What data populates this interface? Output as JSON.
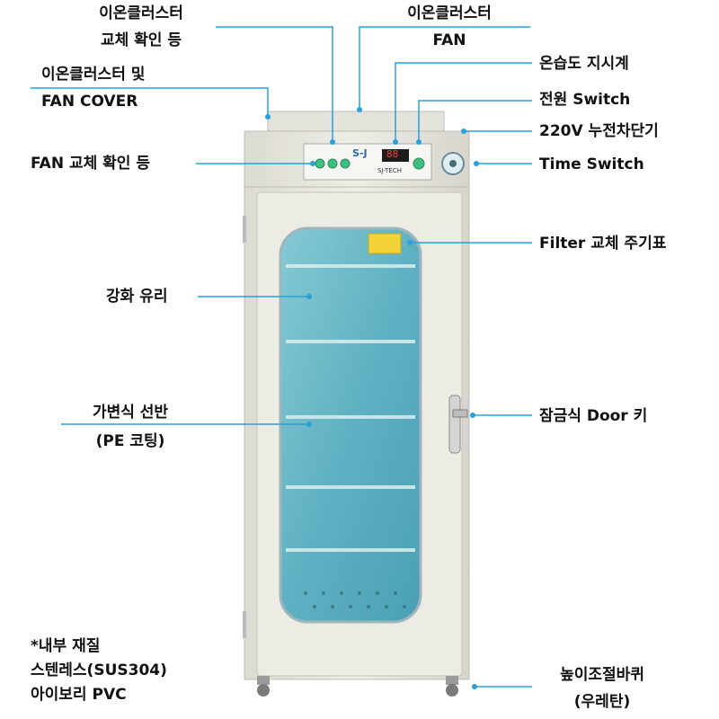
{
  "labels": {
    "ion_clusterer_lamp_1": "이온클러스터",
    "ion_clusterer_lamp_2": "교체 확인 등",
    "ion_fan_1": "이온클러스터",
    "ion_fan_2": "FAN",
    "ion_cover_1": "이온클러스터 및",
    "ion_cover_2": "FAN COVER",
    "hygrometer": "온습도 지시계",
    "power_switch": "전원 Switch",
    "breaker": "220V 누전차단기",
    "fan_lamp": "FAN 교체 확인 등",
    "time_switch": "Time Switch",
    "filter_table": "Filter 교체 주기표",
    "glass": "강화 유리",
    "shelf_1": "가변식 선반",
    "shelf_2": "(PE 코팅)",
    "door_key": "잠금식 Door 키",
    "casters_1": "높이조절바퀴",
    "casters_2": "(우레탄)"
  },
  "material_note": {
    "line1": "*내부 재질",
    "line2": "스텐레스(SUS304)",
    "line3": "아이보리 PVC"
  },
  "panel": {
    "logo": "S-J",
    "display_value": "88",
    "caption": "SJ-TECH"
  },
  "colors": {
    "cabinet": "#e9e8e1",
    "cabinet_edge": "#c9c8c0",
    "glass": "#5fb4c4",
    "leader_line": "#2aa0d8",
    "lamp": "#3fbf7f"
  }
}
